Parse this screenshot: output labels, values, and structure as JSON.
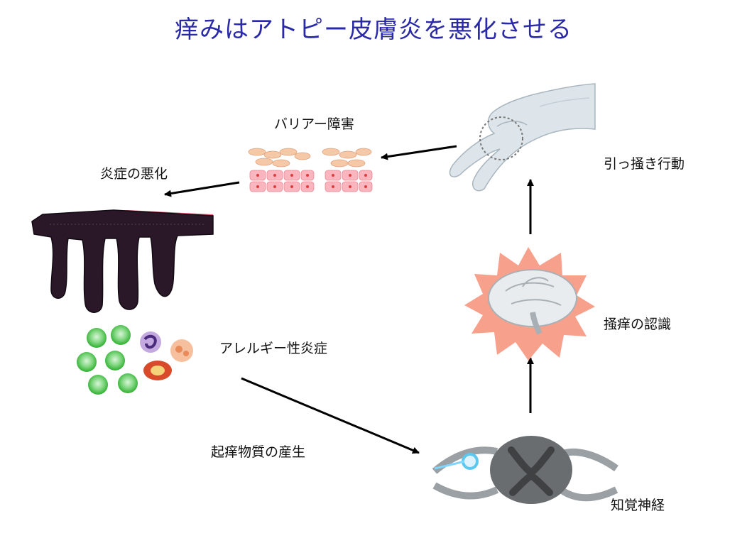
{
  "title": "痒みはアトピー皮膚炎を悪化させる",
  "labels": {
    "barrier": "バリアー障害",
    "inflammation_worse": "炎症の悪化",
    "scratch": "引っ掻き行動",
    "itch_recognition": "掻痒の認識",
    "allergic": "アレルギー性炎症",
    "pruritogen": "起痒物質の産生",
    "sensory_nerve": "知覚神経"
  },
  "colors": {
    "title": "#2a2aa8",
    "arrow": "#000000",
    "burst": "#f7a08c",
    "dark_tissue": "#2a1828"
  },
  "icons": {
    "hand": "hand-scratching-icon",
    "brain": "brain-icon",
    "spinal_cord": "spinal-cord-icon",
    "skin_barrier": "skin-cells-icon",
    "thickened_skin": "thickened-skin-icon",
    "immune_cells": "immune-cells-icon"
  }
}
